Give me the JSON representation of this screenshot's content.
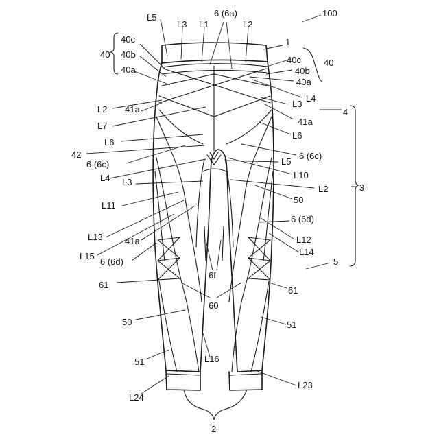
{
  "figure": {
    "labels": [
      {
        "text": "100"
      },
      {
        "text": "L5"
      },
      {
        "text": "L3"
      },
      {
        "text": "L1"
      },
      {
        "text": "6 (6a)"
      },
      {
        "text": "L2"
      },
      {
        "text": "1"
      },
      {
        "text": "40c"
      },
      {
        "text": "40b"
      },
      {
        "text": "40a"
      },
      {
        "text": "40"
      },
      {
        "text": "40c"
      },
      {
        "text": "40b"
      },
      {
        "text": "40a"
      },
      {
        "text": "40"
      },
      {
        "text": "L4"
      },
      {
        "text": "L2"
      },
      {
        "text": "41a"
      },
      {
        "text": "L3"
      },
      {
        "text": "4"
      },
      {
        "text": "L7"
      },
      {
        "text": "41a"
      },
      {
        "text": "L6"
      },
      {
        "text": "L6"
      },
      {
        "text": "42"
      },
      {
        "text": "6 (6c)"
      },
      {
        "text": "6 (6c)"
      },
      {
        "text": "L5"
      },
      {
        "text": "L4"
      },
      {
        "text": "L10"
      },
      {
        "text": "L3"
      },
      {
        "text": "L2"
      },
      {
        "text": "3"
      },
      {
        "text": "50"
      },
      {
        "text": "L11"
      },
      {
        "text": "6 (6d)"
      },
      {
        "text": "L13"
      },
      {
        "text": "L12"
      },
      {
        "text": "41a"
      },
      {
        "text": "L15"
      },
      {
        "text": "L14"
      },
      {
        "text": "6 (6d)"
      },
      {
        "text": "5"
      },
      {
        "text": "6f"
      },
      {
        "text": "61"
      },
      {
        "text": "61"
      },
      {
        "text": "60"
      },
      {
        "text": "50"
      },
      {
        "text": "51"
      },
      {
        "text": "51"
      },
      {
        "text": "L16"
      },
      {
        "text": "L23"
      },
      {
        "text": "L24"
      },
      {
        "text": "2"
      }
    ]
  }
}
